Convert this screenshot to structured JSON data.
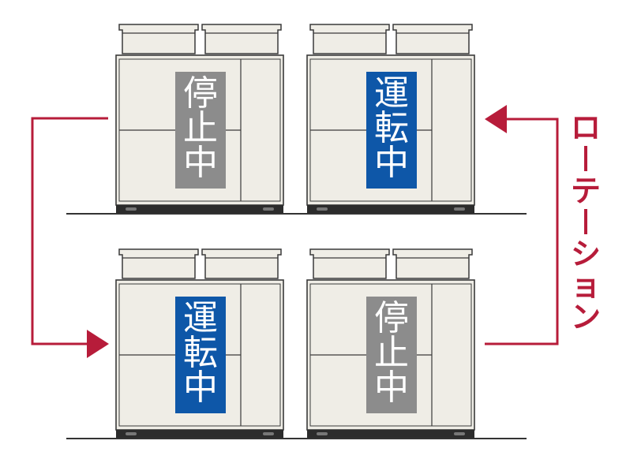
{
  "colors": {
    "unit_body": "#efede6",
    "unit_outline": "#3a3a3a",
    "unit_base": "#2c2c2c",
    "running": "#0e57a8",
    "stopped": "#8c8c8c",
    "arrow": "#b71c3a",
    "label_text": "#ffffff"
  },
  "status_labels": {
    "stopped": [
      "停",
      "止",
      "中"
    ],
    "running": [
      "運",
      "転",
      "中"
    ]
  },
  "rows": [
    {
      "units": [
        {
          "status": "stopped"
        },
        {
          "status": "running"
        }
      ]
    },
    {
      "units": [
        {
          "status": "running"
        },
        {
          "status": "stopped"
        }
      ]
    }
  ],
  "rotation": {
    "label": "ローテーション",
    "chars": [
      "ロ",
      "ー",
      "テ",
      "ー",
      "シ",
      "ョ",
      "ン"
    ]
  }
}
